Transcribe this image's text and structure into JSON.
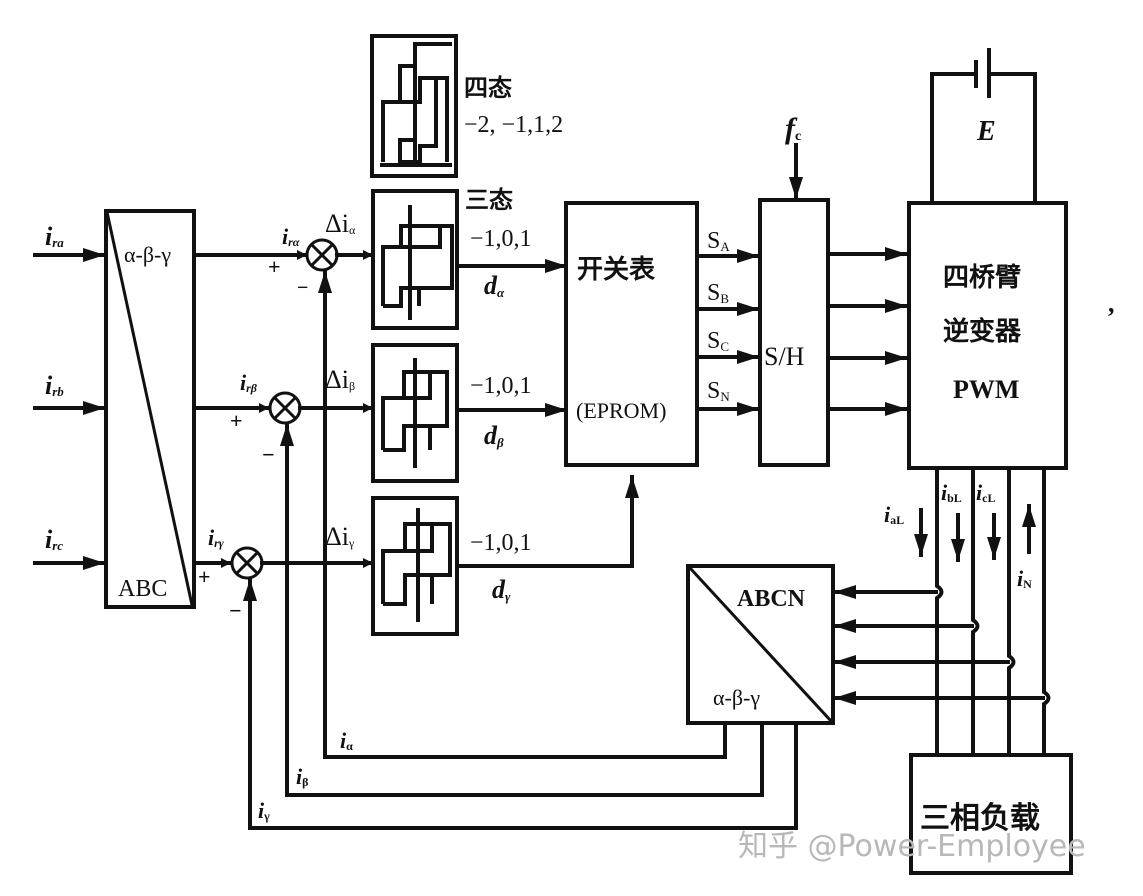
{
  "inputs": {
    "ira": {
      "sym": "i",
      "sub": "ra"
    },
    "irb": {
      "sym": "i",
      "sub": "rb"
    },
    "irc": {
      "sym": "i",
      "sub": "rc"
    }
  },
  "abc_transform": {
    "top_label": "α-β-γ",
    "bottom_label": "ABC"
  },
  "summers": {
    "alpha": {
      "ref_sym": "i",
      "ref_sub": "rα",
      "plus": "+",
      "minus": "−",
      "err_label": "Δi",
      "err_sub": "α"
    },
    "beta": {
      "ref_sym": "i",
      "ref_sub": "rβ",
      "plus": "+",
      "minus": "−",
      "err_label": "Δi",
      "err_sub": "β"
    },
    "gamma": {
      "ref_sym": "i",
      "ref_sub": "rγ",
      "plus": "+",
      "minus": "−",
      "err_label": "Δi",
      "err_sub": "γ"
    }
  },
  "hysteresis": {
    "four_state": {
      "title": "四态",
      "values": "−2, −1,1,2"
    },
    "three_state": {
      "title": "三态"
    },
    "alpha": {
      "values": "−1,0,1",
      "out_sym": "d",
      "out_sub": "α"
    },
    "beta": {
      "values": "−1,0,1",
      "out_sym": "d",
      "out_sub": "β"
    },
    "gamma": {
      "values": "−1,0,1",
      "out_sym": "d",
      "out_sub": "γ"
    }
  },
  "switch_table": {
    "title": "开关表",
    "subtitle": "(EPROM)"
  },
  "switch_signals": [
    {
      "sym": "S",
      "sub": "A"
    },
    {
      "sym": "S",
      "sub": "B"
    },
    {
      "sym": "S",
      "sub": "C"
    },
    {
      "sym": "S",
      "sub": "N"
    }
  ],
  "sample_hold": {
    "label": "S/H",
    "clock_sym": "f",
    "clock_sub": "c"
  },
  "dc_source": {
    "label": "E"
  },
  "inverter": {
    "line1": "四桥臂",
    "line2": "逆变器",
    "line3": "PWM"
  },
  "trailing_mark": ",",
  "load_currents": [
    {
      "sym": "i",
      "sub": "aL"
    },
    {
      "sym": "i",
      "sub": "bL"
    },
    {
      "sym": "i",
      "sub": "cL"
    },
    {
      "sym": "i",
      "sub": "N"
    }
  ],
  "abcn_transform": {
    "top_label": "ABCN",
    "bottom_label": "α-β-γ"
  },
  "feedback": {
    "alpha": {
      "sym": "i",
      "sub": "α"
    },
    "beta": {
      "sym": "i",
      "sub": "β"
    },
    "gamma": {
      "sym": "i",
      "sub": "γ"
    }
  },
  "load": {
    "label": "三相负载"
  },
  "watermark": "知乎 @Power-Employee"
}
